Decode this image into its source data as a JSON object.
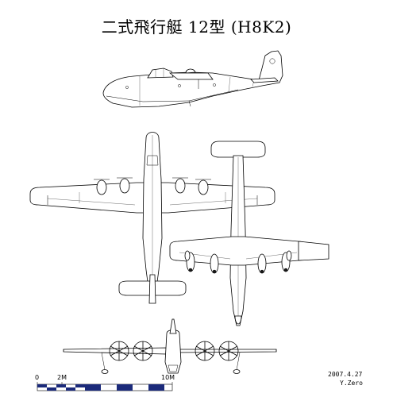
{
  "title": "二式飛行艇 12型 (H8K2)",
  "scale_bar": {
    "labels": [
      "0",
      "2M",
      "10M"
    ],
    "colors": {
      "navy": "#1b2a7a",
      "white": "#ffffff"
    }
  },
  "credits": {
    "date": "2007.4.27",
    "author": "Y.Zero"
  },
  "views": [
    "side-view",
    "top-view",
    "bottom-view",
    "front-view"
  ]
}
